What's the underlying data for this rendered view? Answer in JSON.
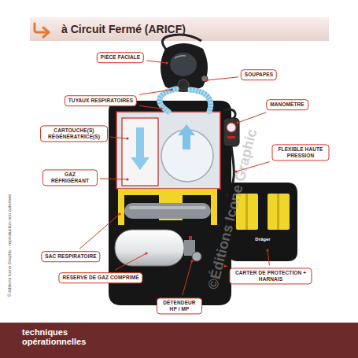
{
  "diagram": {
    "title": "à Circuit Fermé (ARICF)",
    "nodes": [
      {
        "text": [
          "PIÈCE FACIALE"
        ]
      },
      {
        "text": [
          "SOUPAPES"
        ]
      },
      {
        "text": [
          "TUYAUX RESPIRATOIRES"
        ]
      },
      {
        "text": [
          "MANOMÈTRE"
        ]
      },
      {
        "text": [
          "CARTOUCHE(S) RÉGÉNÉRATRICE(S)"
        ]
      },
      {
        "text": [
          "FLEXIBLE HAUTE PRESSION"
        ]
      },
      {
        "text": [
          "GAZ RÉFRIGÉRANT"
        ]
      },
      {
        "text": [
          "SAC RESPIRATOIRE"
        ]
      },
      {
        "text": [
          "RÉSERVE DE GAZ COMPRIMÉ"
        ]
      },
      {
        "text": [
          "CARTER DE PROTECTION + HARNAIS"
        ]
      },
      {
        "text": [
          "DÉTENDEUR HP / MP"
        ]
      },
      {
        "text": [
          "techniques opérationnelles"
        ]
      }
    ],
    "labels": [
      "Dräger",
      "© éditions Icone Graphic - reproduction non autorisée",
      "©Éditions Icone Graphic"
    ]
  }
}
